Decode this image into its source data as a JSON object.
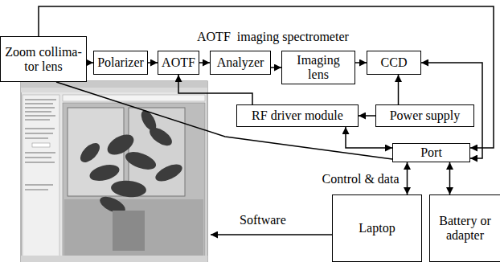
{
  "diagram": {
    "nodes": [
      {
        "text": [
          "Zoom collima- tor lens"
        ]
      },
      {
        "text": [
          "Polarizer"
        ]
      },
      {
        "text": [
          "AOTF"
        ]
      },
      {
        "text": [
          "Analyzer"
        ]
      },
      {
        "text": [
          "Imaging lens"
        ]
      },
      {
        "text": [
          "CCD"
        ]
      },
      {
        "text": [
          "RF driver module"
        ]
      },
      {
        "text": [
          "Power supply"
        ]
      },
      {
        "text": [
          "Port"
        ]
      },
      {
        "text": [
          "Laptop"
        ]
      },
      {
        "text": [
          "Battery or adapter"
        ]
      }
    ],
    "edges": [
      {
        "from": 0,
        "to": 1,
        "arrow": "to"
      },
      {
        "from": 1,
        "to": 2,
        "arrow": "to"
      },
      {
        "from": 2,
        "to": 3,
        "arrow": "to"
      },
      {
        "from": 3,
        "to": 4,
        "arrow": "to"
      },
      {
        "from": 4,
        "to": 5,
        "arrow": "to"
      },
      {
        "from": 6,
        "to": 2,
        "arrow": "to"
      },
      {
        "from": 7,
        "to": 6,
        "arrow": "to"
      },
      {
        "from": 7,
        "to": 5,
        "arrow": "to"
      },
      {
        "from": 8,
        "to": 6,
        "arrow": "both"
      },
      {
        "from": 0,
        "to": 8,
        "arrow": "none"
      },
      {
        "from": 0,
        "to": 8,
        "arrow": "to"
      },
      {
        "from": 5,
        "to": 8,
        "arrow": "both"
      },
      {
        "from": 8,
        "to": 9,
        "label": "Control & data",
        "arrow": "both"
      },
      {
        "from": 10,
        "to": 8,
        "arrow": "both"
      }
    ],
    "labels": [
      "AOTF  imaging spectrometer",
      "Software"
    ]
  }
}
